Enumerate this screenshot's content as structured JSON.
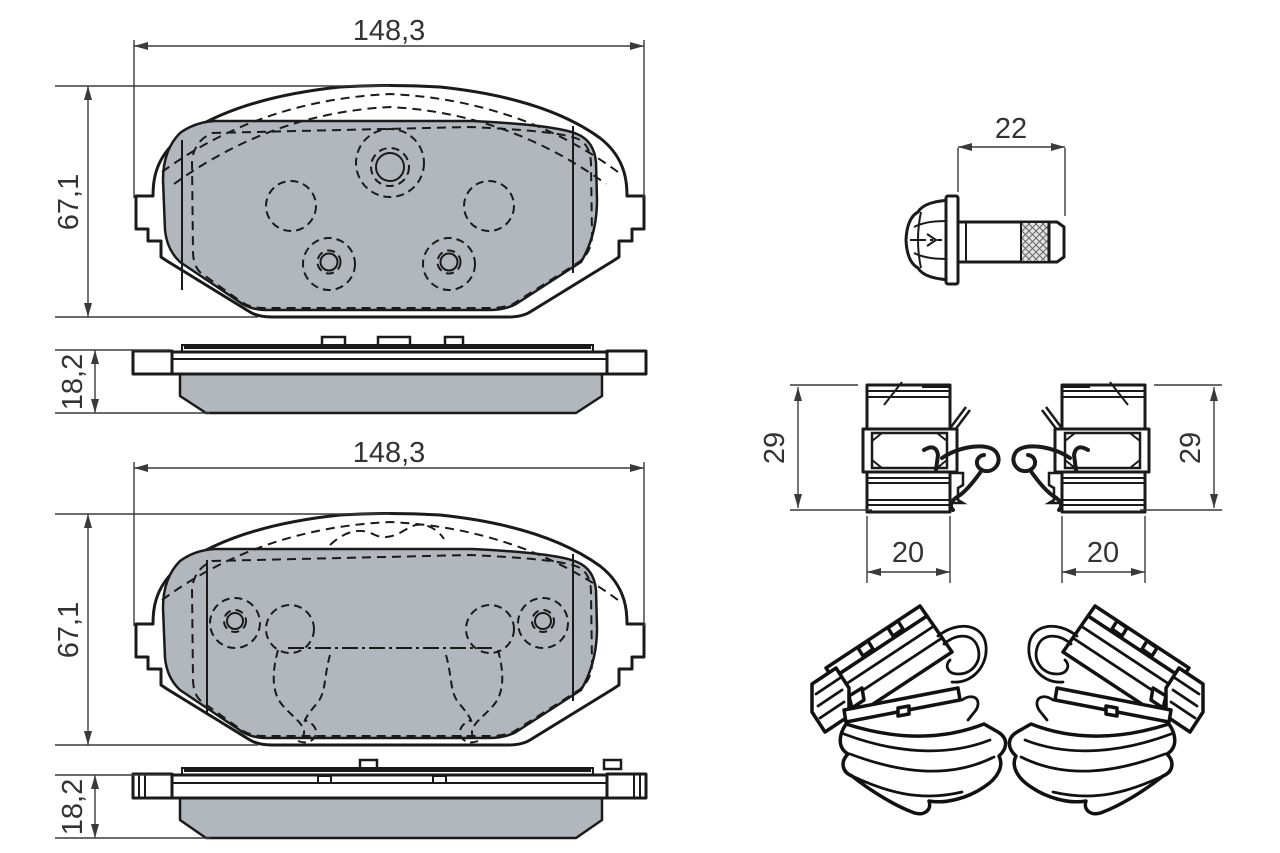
{
  "colors": {
    "background": "#ffffff",
    "line": "#1a1a1a",
    "pad_fill": "#b2b7bd",
    "dimension_text": "#333333"
  },
  "views": {
    "pad_front_top": {
      "width": "148,3",
      "height": "67,1"
    },
    "pad_side_top": {
      "thickness": "18,2"
    },
    "pad_front_bottom": {
      "width": "148,3",
      "height": "67,1"
    },
    "pad_side_bottom": {
      "thickness": "18,2"
    },
    "bolt": {
      "length": "22"
    },
    "clip_left": {
      "height": "29",
      "width": "20"
    },
    "clip_right": {
      "height": "29",
      "width": "20"
    }
  }
}
